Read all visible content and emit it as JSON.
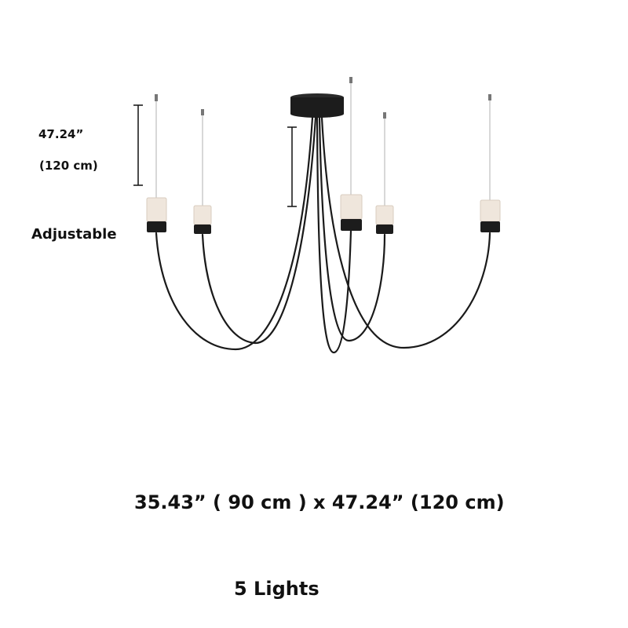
{
  "product": {
    "adjustable_height_imperial": "47.24”",
    "adjustable_height_metric": "(120 cm)",
    "adjustable_label": "Adjustable",
    "dimensions_caption": "35.43” ( 90 cm ) x 47.24” (120 cm)",
    "lights_caption": "5 Lights"
  },
  "illustration": {
    "subject": "black-arched-5-light-pendant-chandelier",
    "canopy_color": "#1c1c1c",
    "wire_color": "#1a1a1a",
    "shade_color": "#efe6dc",
    "light_count": 5
  }
}
